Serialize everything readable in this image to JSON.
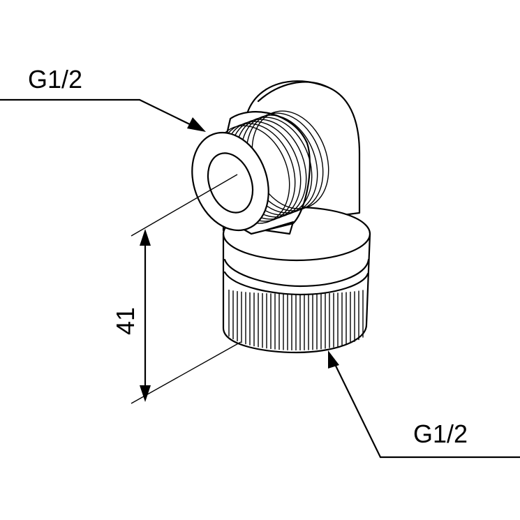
{
  "labels": {
    "top_thread": "G1/2",
    "bottom_thread": "G1/2",
    "height_dimension": "41"
  },
  "colors": {
    "line": "#000000",
    "background": "#ffffff"
  }
}
